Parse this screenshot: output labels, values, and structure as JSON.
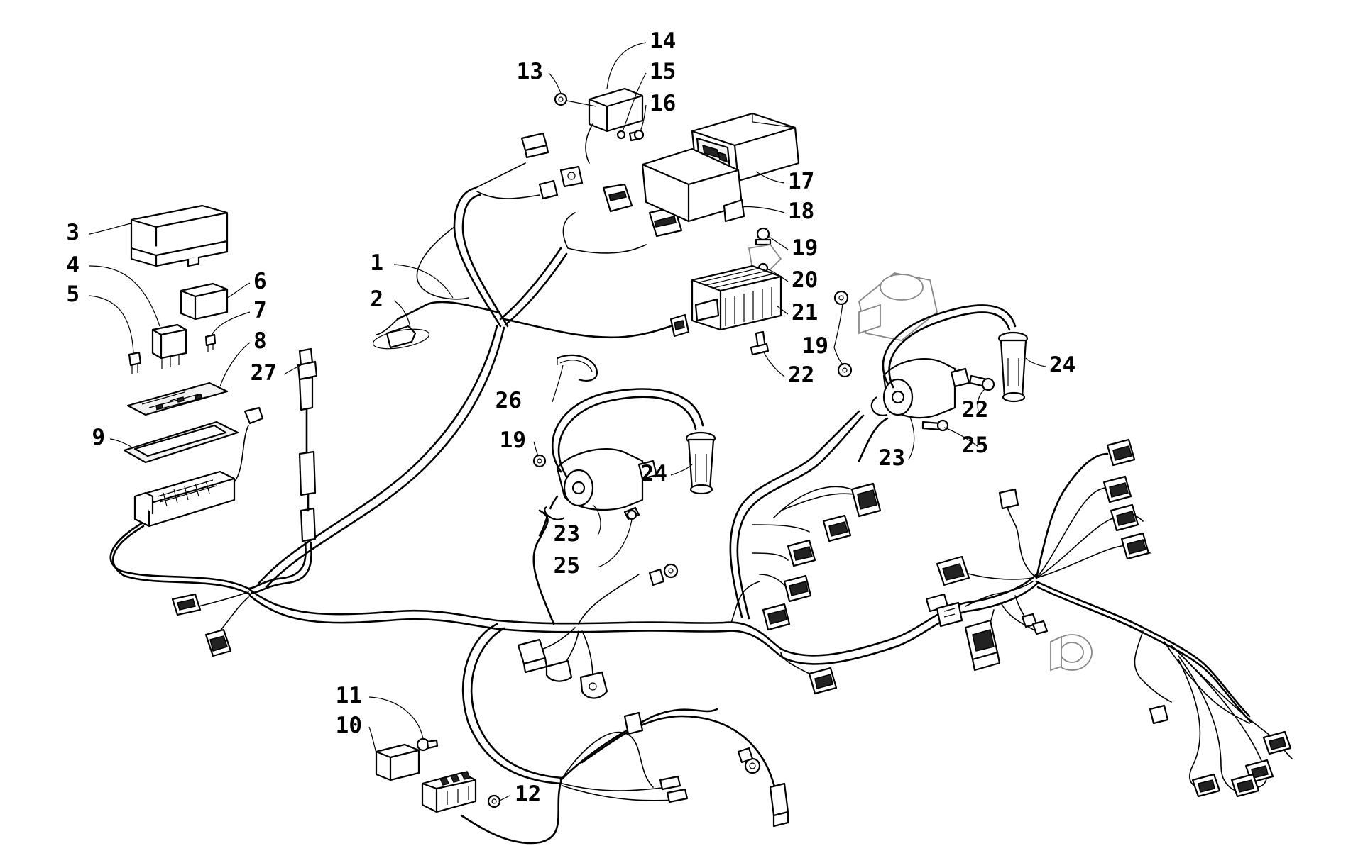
{
  "callouts": [
    {
      "id": "c1",
      "text": "1"
    },
    {
      "id": "c2",
      "text": "2"
    },
    {
      "id": "c3",
      "text": "3"
    },
    {
      "id": "c4",
      "text": "4"
    },
    {
      "id": "c5",
      "text": "5"
    },
    {
      "id": "c6",
      "text": "6"
    },
    {
      "id": "c7",
      "text": "7"
    },
    {
      "id": "c8",
      "text": "8"
    },
    {
      "id": "c9",
      "text": "9"
    },
    {
      "id": "c10",
      "text": "10"
    },
    {
      "id": "c11",
      "text": "11"
    },
    {
      "id": "c12",
      "text": "12"
    },
    {
      "id": "c13",
      "text": "13"
    },
    {
      "id": "c14",
      "text": "14"
    },
    {
      "id": "c15",
      "text": "15"
    },
    {
      "id": "c16",
      "text": "16"
    },
    {
      "id": "c17",
      "text": "17"
    },
    {
      "id": "c18",
      "text": "18"
    },
    {
      "id": "c19a",
      "text": "19"
    },
    {
      "id": "c19b",
      "text": "19"
    },
    {
      "id": "c19c",
      "text": "19"
    },
    {
      "id": "c20",
      "text": "20"
    },
    {
      "id": "c21",
      "text": "21"
    },
    {
      "id": "c22a",
      "text": "22"
    },
    {
      "id": "c22b",
      "text": "22"
    },
    {
      "id": "c23a",
      "text": "23"
    },
    {
      "id": "c23b",
      "text": "23"
    },
    {
      "id": "c24a",
      "text": "24"
    },
    {
      "id": "c24b",
      "text": "24"
    },
    {
      "id": "c25a",
      "text": "25"
    },
    {
      "id": "c25b",
      "text": "25"
    },
    {
      "id": "c26",
      "text": "26"
    },
    {
      "id": "c27",
      "text": "27"
    }
  ]
}
